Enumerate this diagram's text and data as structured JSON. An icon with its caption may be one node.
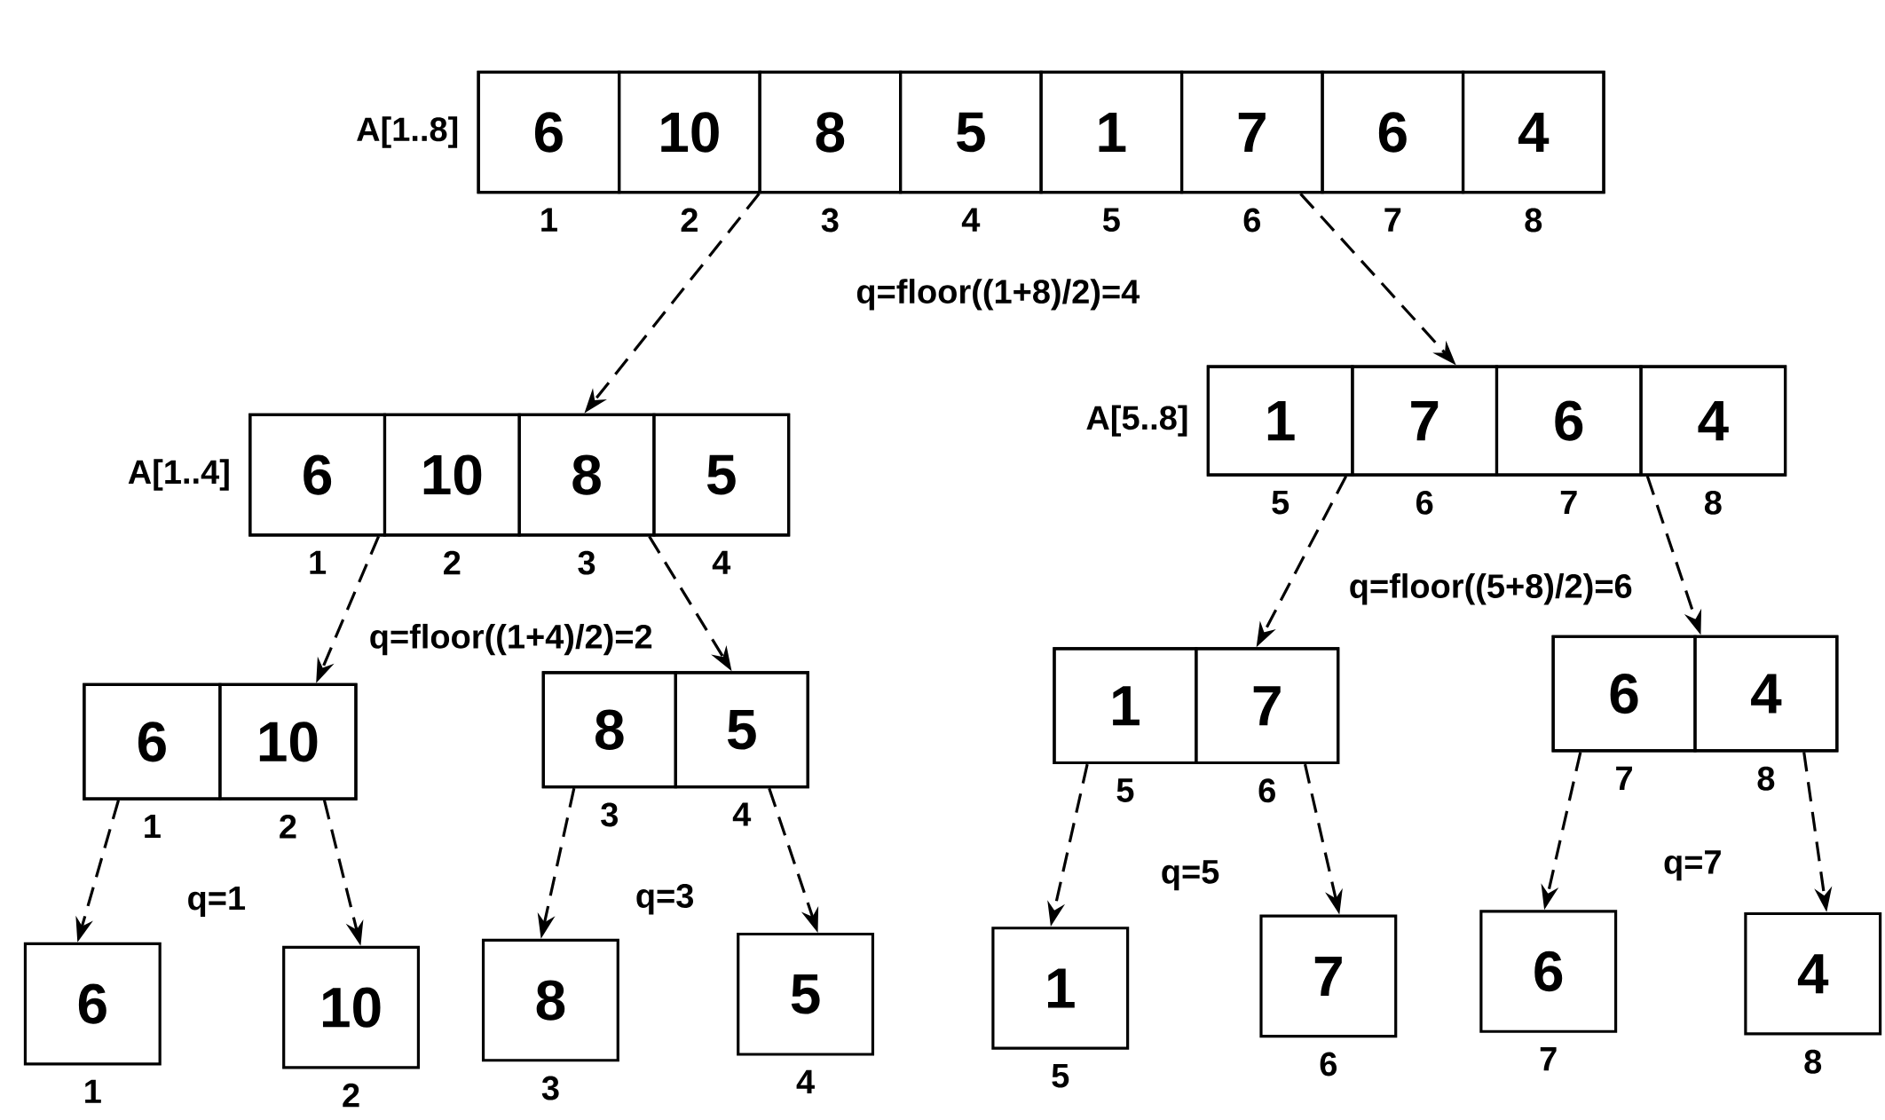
{
  "diagram": {
    "nodes": [
      {
        "text": [
          "A[1..8]"
        ]
      },
      {
        "text": [
          "6"
        ],
        "in": 0,
        "beside": [
          "1"
        ]
      },
      {
        "text": [
          "10"
        ],
        "in": 0,
        "beside": [
          "2"
        ]
      },
      {
        "text": [
          "8"
        ],
        "in": 0,
        "beside": [
          "3"
        ]
      },
      {
        "text": [
          "5"
        ],
        "in": 0,
        "beside": [
          "4"
        ]
      },
      {
        "text": [
          "1"
        ],
        "in": 0,
        "beside": [
          "5"
        ]
      },
      {
        "text": [
          "7"
        ],
        "in": 0,
        "beside": [
          "6"
        ]
      },
      {
        "text": [
          "6"
        ],
        "in": 0,
        "beside": [
          "7"
        ]
      },
      {
        "text": [
          "4"
        ],
        "in": 0,
        "beside": [
          "8"
        ]
      },
      {
        "text": [
          "A[1..4]"
        ]
      },
      {
        "text": [
          "6"
        ],
        "in": 9,
        "beside": [
          "1"
        ]
      },
      {
        "text": [
          "10"
        ],
        "in": 9,
        "beside": [
          "2"
        ]
      },
      {
        "text": [
          "8"
        ],
        "in": 9,
        "beside": [
          "3"
        ]
      },
      {
        "text": [
          "5"
        ],
        "in": 9,
        "beside": [
          "4"
        ]
      },
      {
        "text": [
          "A[5..8]"
        ]
      },
      {
        "text": [
          "1"
        ],
        "in": 14,
        "beside": [
          "5"
        ]
      },
      {
        "text": [
          "7"
        ],
        "in": 14,
        "beside": [
          "6"
        ]
      },
      {
        "text": [
          "6"
        ],
        "in": 14,
        "beside": [
          "7"
        ]
      },
      {
        "text": [
          "4"
        ],
        "in": 14,
        "beside": [
          "8"
        ]
      },
      {
        "text": [],
        "shape": "box"
      },
      {
        "text": [
          "6"
        ],
        "in": 19,
        "beside": [
          "1"
        ]
      },
      {
        "text": [
          "10"
        ],
        "in": 19,
        "beside": [
          "2"
        ]
      },
      {
        "text": [],
        "shape": "box"
      },
      {
        "text": [
          "8"
        ],
        "in": 22,
        "beside": [
          "3"
        ]
      },
      {
        "text": [
          "5"
        ],
        "in": 22,
        "beside": [
          "4"
        ]
      },
      {
        "text": [],
        "shape": "box"
      },
      {
        "text": [
          "1"
        ],
        "in": 25,
        "beside": [
          "5"
        ]
      },
      {
        "text": [
          "7"
        ],
        "in": 25,
        "beside": [
          "6"
        ]
      },
      {
        "text": [],
        "shape": "box"
      },
      {
        "text": [
          "6"
        ],
        "in": 28,
        "beside": [
          "7"
        ]
      },
      {
        "text": [
          "4"
        ],
        "in": 28,
        "beside": [
          "8"
        ]
      },
      {
        "text": [
          "6"
        ],
        "beside": [
          "1"
        ]
      },
      {
        "text": [
          "10"
        ],
        "beside": [
          "2"
        ]
      },
      {
        "text": [
          "8"
        ],
        "beside": [
          "3"
        ]
      },
      {
        "text": [
          "5"
        ],
        "beside": [
          "4"
        ]
      },
      {
        "text": [
          "1"
        ],
        "beside": [
          "5"
        ]
      },
      {
        "text": [
          "7"
        ],
        "beside": [
          "6"
        ]
      },
      {
        "text": [
          "6"
        ],
        "beside": [
          "7"
        ]
      },
      {
        "text": [
          "4"
        ],
        "beside": [
          "8"
        ]
      }
    ],
    "edges": [
      {
        "from": 0,
        "to": 9,
        "arrow": "to",
        "style": "dashed"
      },
      {
        "from": 0,
        "to": 14,
        "arrow": "to",
        "style": "dashed"
      },
      {
        "from": 9,
        "to": 19,
        "arrow": "to",
        "style": "dashed"
      },
      {
        "from": 9,
        "to": 22,
        "arrow": "to",
        "style": "dashed"
      },
      {
        "from": 14,
        "to": 25,
        "arrow": "to",
        "style": "dashed"
      },
      {
        "from": 14,
        "to": 28,
        "arrow": "to",
        "style": "dashed"
      },
      {
        "from": 19,
        "to": 31,
        "arrow": "to",
        "style": "dashed"
      },
      {
        "from": 19,
        "to": 32,
        "arrow": "to",
        "style": "dashed"
      },
      {
        "from": 22,
        "to": 33,
        "arrow": "to",
        "style": "dashed"
      },
      {
        "from": 22,
        "to": 34,
        "arrow": "to",
        "style": "dashed"
      },
      {
        "from": 25,
        "to": 35,
        "arrow": "to",
        "style": "dashed"
      },
      {
        "from": 25,
        "to": 36,
        "arrow": "to",
        "style": "dashed"
      },
      {
        "from": 28,
        "to": 37,
        "arrow": "to",
        "style": "dashed"
      },
      {
        "from": 28,
        "to": 38,
        "arrow": "to",
        "style": "dashed"
      }
    ],
    "labels": [
      "q=floor((1+8)/2)=4",
      "q=floor((5+8)/2)=6",
      "q=floor((1+4)/2)=2",
      "q=1",
      "q=3",
      "q=5",
      "q=7"
    ]
  }
}
